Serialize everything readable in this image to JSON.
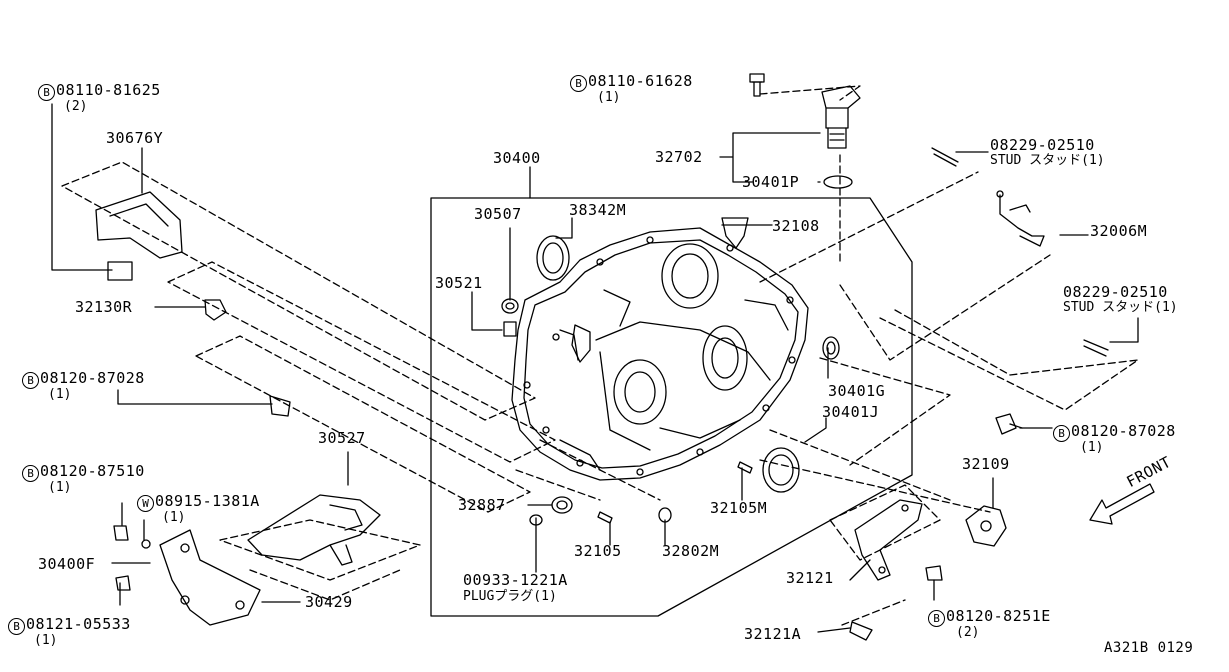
{
  "diagram": {
    "reference": "A321B 0129",
    "front": "FRONT",
    "parts": {
      "p30400": "30400",
      "p30507": "30507",
      "p38342M": "38342M",
      "p30521": "30521",
      "p32108": "32108",
      "p32702": "32702",
      "p30401P": "30401P",
      "p30676Y": "30676Y",
      "p32130R": "32130R",
      "p30527": "30527",
      "p30400F": "30400F",
      "p30429": "30429",
      "p32887": "32887",
      "p32105": "32105",
      "p32802M": "32802M",
      "p32105M": "32105M",
      "p30401G": "30401G",
      "p30401J": "30401J",
      "p32006M": "32006M",
      "p32109": "32109",
      "p32121": "32121",
      "p32121A": "32121A"
    },
    "plug": {
      "number": "00933-1221A",
      "desc": "PLUGプラグ(1)"
    },
    "stud1": {
      "number": "08229-02510",
      "desc": "STUD スタッド(1)"
    },
    "stud2": {
      "number": "08229-02510",
      "desc": "STUD スタッド(1)"
    },
    "bolts": {
      "b1": {
        "mark": "B",
        "number": "08110-81625",
        "qty": "(2)"
      },
      "b2": {
        "mark": "B",
        "number": "08110-61628",
        "qty": "(1)"
      },
      "b3": {
        "mark": "B",
        "number": "08120-87028",
        "qty": "(1)"
      },
      "b4": {
        "mark": "B",
        "number": "08120-87510",
        "qty": "(1)"
      },
      "w1": {
        "mark": "W",
        "number": "08915-1381A",
        "qty": "(1)"
      },
      "b5": {
        "mark": "B",
        "number": "08121-05533",
        "qty": "(1)"
      },
      "b6": {
        "mark": "B",
        "number": "08120-87028",
        "qty": "(1)"
      },
      "b7": {
        "mark": "B",
        "number": "08120-8251E",
        "qty": "(2)"
      }
    }
  }
}
